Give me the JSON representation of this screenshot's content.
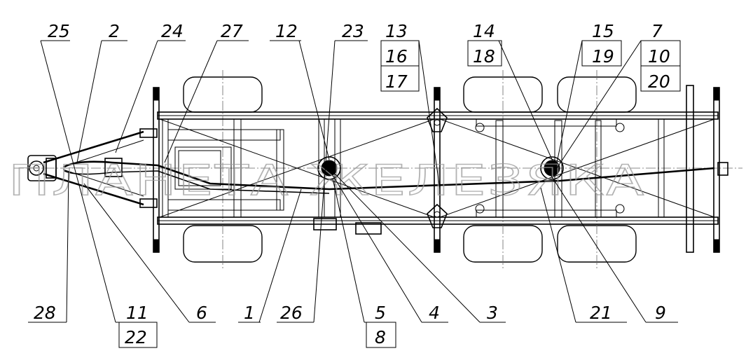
{
  "watermark": "ПЛАНЕТА ЖЕЛЕЗЯКА",
  "callouts_top": [
    "25",
    "2",
    "24",
    "27",
    "12",
    "23",
    "13",
    "16",
    "17",
    "14",
    "18",
    "15",
    "19",
    "7",
    "10",
    "20"
  ],
  "callouts_bottom": [
    "28",
    "11",
    "22",
    "6",
    "1",
    "26",
    "5",
    "8",
    "4",
    "3",
    "21",
    "9"
  ],
  "colors": {
    "line": "#000000",
    "watermark": "#9a9a9a",
    "background": "#ffffff"
  }
}
